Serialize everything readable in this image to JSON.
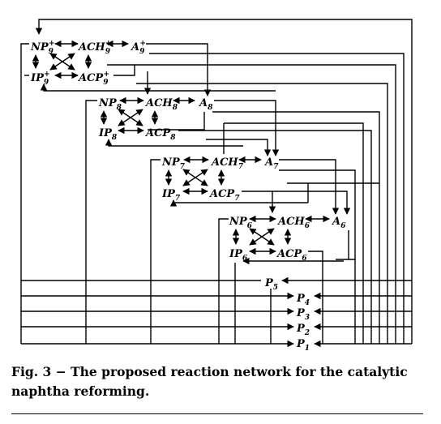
{
  "caption": {
    "label": "Fig. 3",
    "dash": " − ",
    "text": "The proposed reaction network for the catalytic naphtha reforming."
  },
  "nodes": {
    "NP9": {
      "base": "NP",
      "sub": "9",
      "sup": "+"
    },
    "ACH9": {
      "base": "ACH",
      "sub": "9",
      "sup": "+"
    },
    "A9": {
      "base": "A",
      "sub": "9",
      "sup": "+"
    },
    "IP9": {
      "base": "IP",
      "sub": "9",
      "sup": "+"
    },
    "ACP9": {
      "base": "ACP",
      "sub": "9",
      "sup": "+"
    },
    "NP8": {
      "base": "NP",
      "sub": "8",
      "sup": ""
    },
    "ACH8": {
      "base": "ACH",
      "sub": "8",
      "sup": ""
    },
    "A8": {
      "base": "A",
      "sub": "8",
      "sup": ""
    },
    "IP8": {
      "base": "IP",
      "sub": "8",
      "sup": ""
    },
    "ACP8": {
      "base": "ACP",
      "sub": "8",
      "sup": ""
    },
    "NP7": {
      "base": "NP",
      "sub": "7",
      "sup": ""
    },
    "ACH7": {
      "base": "ACH",
      "sub": "7",
      "sup": ""
    },
    "A7": {
      "base": "A",
      "sub": "7",
      "sup": ""
    },
    "IP7": {
      "base": "IP",
      "sub": "7",
      "sup": ""
    },
    "ACP7": {
      "base": "ACP",
      "sub": "7",
      "sup": ""
    },
    "NP6": {
      "base": "NP",
      "sub": "6",
      "sup": ""
    },
    "ACH6": {
      "base": "ACH",
      "sub": "6",
      "sup": ""
    },
    "A6": {
      "base": "A",
      "sub": "6",
      "sup": ""
    },
    "IP6": {
      "base": "IP",
      "sub": "6",
      "sup": ""
    },
    "ACP6": {
      "base": "ACP",
      "sub": "6",
      "sup": ""
    },
    "P5": {
      "base": "P",
      "sub": "5",
      "sup": ""
    },
    "P4": {
      "base": "P",
      "sub": "4",
      "sup": ""
    },
    "P3": {
      "base": "P",
      "sub": "3",
      "sup": ""
    },
    "P2": {
      "base": "P",
      "sub": "2",
      "sup": ""
    },
    "P1": {
      "base": "P",
      "sub": "1",
      "sup": ""
    }
  }
}
